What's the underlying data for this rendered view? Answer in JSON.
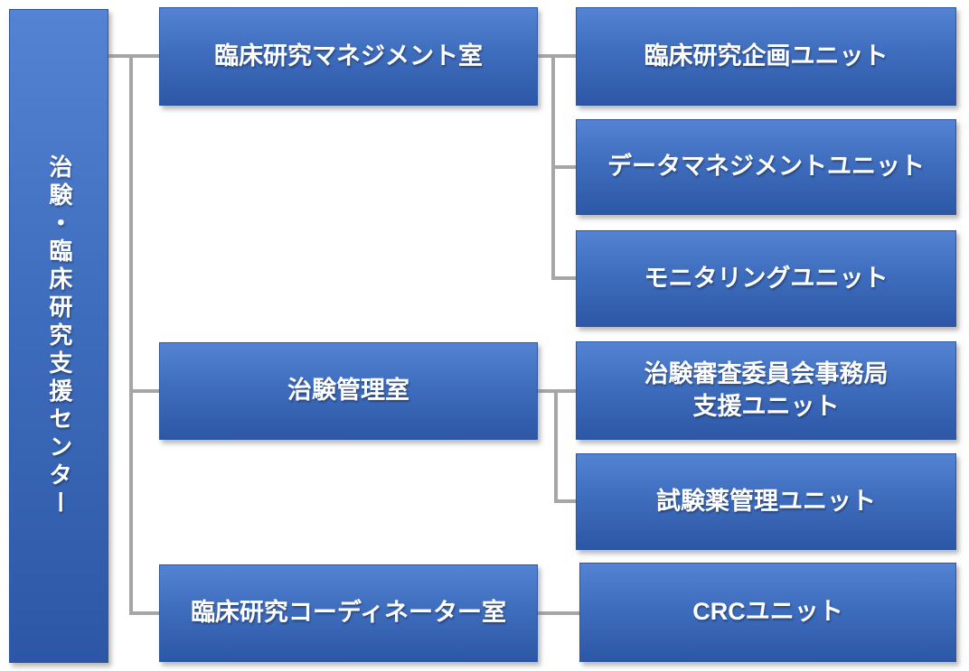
{
  "diagram": {
    "type": "org-chart",
    "root": {
      "label": "治験・臨床研究支援センター"
    },
    "offices": [
      {
        "label": "臨床研究マネジメント室",
        "units": [
          {
            "label": "臨床研究企画ユニット"
          },
          {
            "label": "データマネジメントユニット"
          },
          {
            "label": "モニタリングユニット"
          }
        ]
      },
      {
        "label": "治験管理室",
        "units": [
          {
            "label": "治験審査委員会事務局\n支援ユニット"
          },
          {
            "label": "試験薬管理ユニット"
          }
        ]
      },
      {
        "label": "臨床研究コーディネーター室",
        "units": [
          {
            "label": "CRCユニット"
          }
        ]
      }
    ]
  },
  "colors": {
    "box_gradient_top": "#5583d4",
    "box_gradient_bottom": "#2d57a6",
    "box_border": "#2b559e",
    "box_text": "#ffffff",
    "connector": "#a6a6a6",
    "background": "#ffffff"
  }
}
